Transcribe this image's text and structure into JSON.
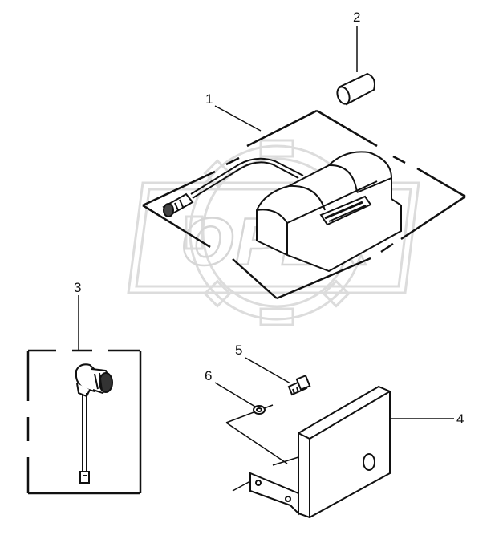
{
  "watermark": {
    "text": "OPEX",
    "color": "#dcdcdc"
  },
  "callouts": [
    {
      "id": "1",
      "label": "1"
    },
    {
      "id": "2",
      "label": "2"
    },
    {
      "id": "3",
      "label": "3"
    },
    {
      "id": "4",
      "label": "4"
    },
    {
      "id": "5",
      "label": "5"
    },
    {
      "id": "6",
      "label": "6"
    }
  ],
  "colors": {
    "line": "#111111",
    "fill": "#ffffff",
    "watermark": "#dcdcdc"
  }
}
